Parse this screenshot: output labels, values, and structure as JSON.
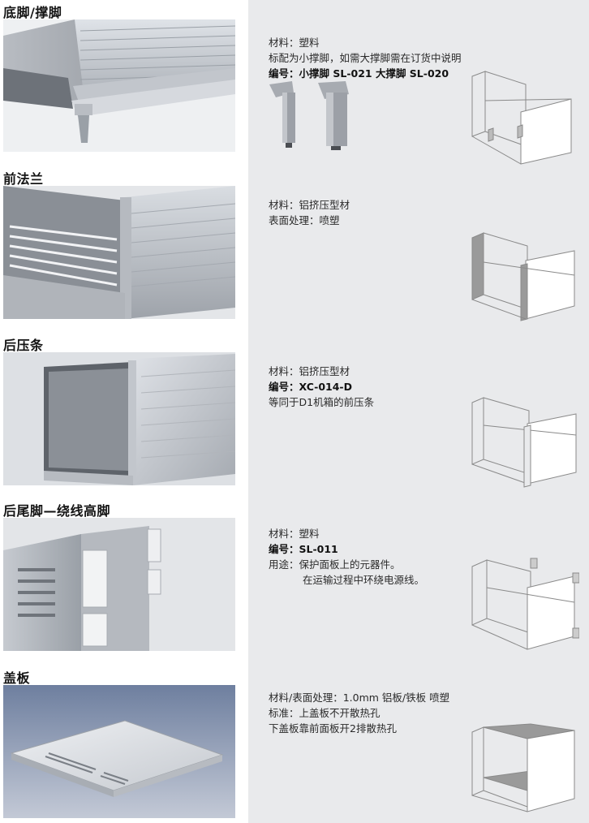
{
  "sections": [
    {
      "id": "feet",
      "title": "底脚/撑脚",
      "lines": [
        {
          "text": "材料：塑料",
          "bold": false
        },
        {
          "text": "标配为小撑脚，如需大撑脚需在订货中说明",
          "bold": false
        },
        {
          "text": "编号：小撑脚 SL-021  大撑脚 SL-020",
          "bold": true
        }
      ]
    },
    {
      "id": "front-flange",
      "title": "前法兰",
      "lines": [
        {
          "text": "材料：铝挤压型材",
          "bold": false
        },
        {
          "text": "表面处理：喷塑",
          "bold": false
        }
      ]
    },
    {
      "id": "rear-strip",
      "title": "后压条",
      "lines": [
        {
          "text": "材料：铝挤压型材",
          "bold": false
        },
        {
          "text": "编号：XC-014-D",
          "bold": true
        },
        {
          "text": "等同于D1机箱的前压条",
          "bold": false
        }
      ]
    },
    {
      "id": "rear-tail-foot",
      "title": "后尾脚—绕线高脚",
      "lines": [
        {
          "text": "材料：塑料",
          "bold": false
        },
        {
          "text": "编号：SL-011",
          "bold": true
        },
        {
          "text": "用途：保护面板上的元器件。",
          "bold": false
        },
        {
          "text": "在运输过程中环绕电源线。",
          "bold": false,
          "indent": true
        }
      ]
    },
    {
      "id": "cover-plate",
      "title": "盖板",
      "lines": [
        {
          "text": "材料/表面处理：1.0mm 铝板/铁板 喷塑",
          "bold": false
        },
        {
          "text": "标准：上盖板不开散热孔",
          "bold": false
        },
        {
          "text": "下盖板靠前面板开2排散热孔",
          "bold": false
        }
      ]
    }
  ],
  "colors": {
    "right_panel": "#e9eaec",
    "metal_light": "#c9ccd1",
    "metal_dark": "#8c9098",
    "highlight": "#9a9a9a"
  }
}
